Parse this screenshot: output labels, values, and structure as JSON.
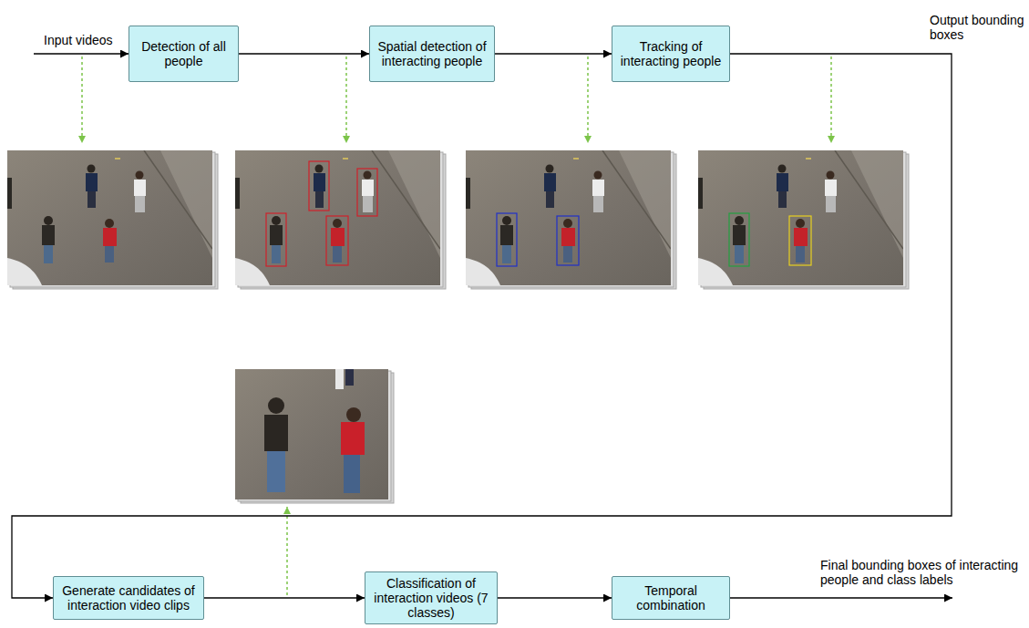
{
  "diagram": {
    "nodes": [
      {
        "text": [
          "Detection of all people"
        ]
      },
      {
        "text": [
          "Spatial detection of interacting people"
        ]
      },
      {
        "text": [
          "Tracking of interacting people"
        ]
      },
      {
        "text": [
          "Generate candidates of interaction video clips"
        ]
      },
      {
        "text": [
          "Classification of interaction videos (7 classes)"
        ]
      },
      {
        "text": [
          "Temporal combination"
        ]
      }
    ],
    "edges": [
      {
        "from": 0,
        "to": 1,
        "arrow": "to"
      },
      {
        "from": 1,
        "to": 2,
        "arrow": "to"
      },
      {
        "from": 2,
        "to": 3,
        "arrow": "to"
      },
      {
        "from": 3,
        "to": 4,
        "arrow": "to"
      },
      {
        "from": 4,
        "to": 5,
        "arrow": "to"
      }
    ],
    "labels": [
      "Input videos",
      "Output bounding boxes",
      "Final bounding boxes of interacting people and class labels"
    ]
  }
}
